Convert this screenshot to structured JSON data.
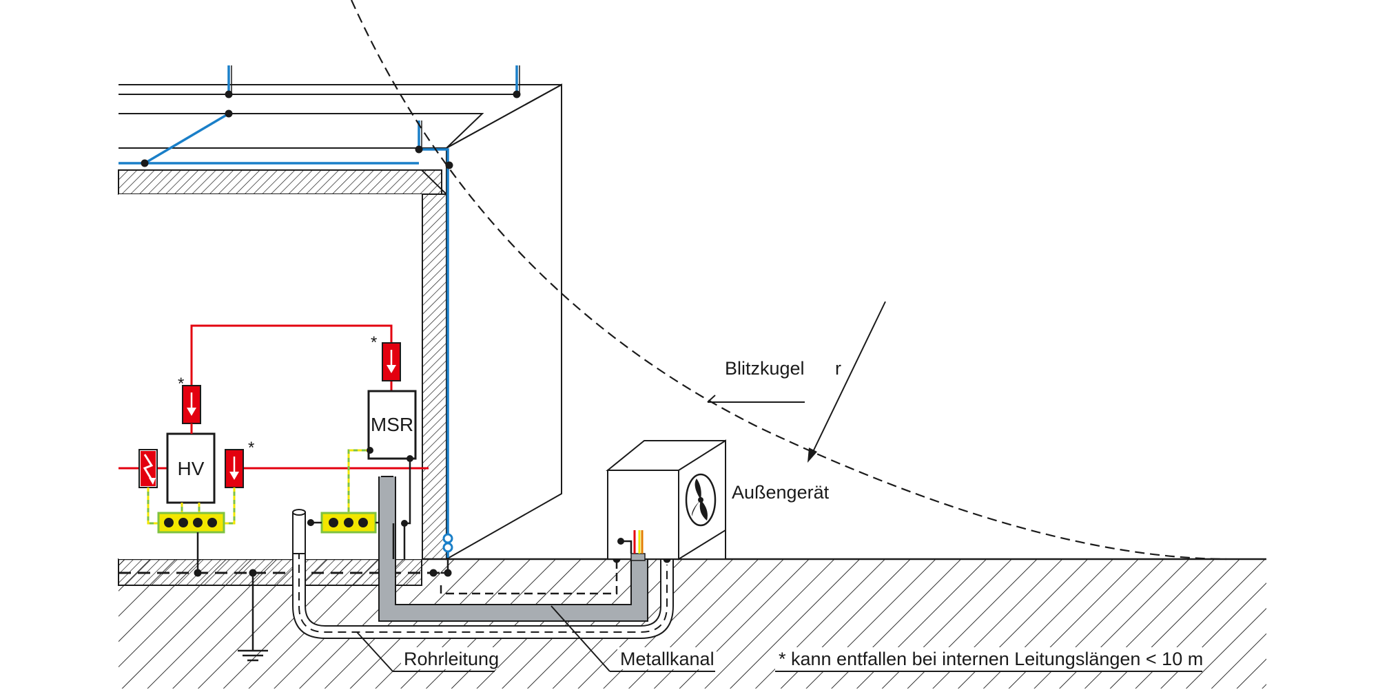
{
  "labels": {
    "blitzkugel": "Blitzkugel",
    "radius": "r",
    "aussengeraet": "Außengerät",
    "rohrleitung": "Rohrleitung",
    "metallkanal": "Metallkanal",
    "footnote": "* kann entfallen bei internen Leitungslängen < 10 m"
  },
  "boxes": {
    "hv": "HV",
    "msr": "MSR"
  },
  "asterisk": "*",
  "colors": {
    "air_terminal": "#1a7fc8",
    "power_line": "#e3000f",
    "spd": "#e3000f",
    "equipotential_bar": "#f2e600",
    "equipotential_frame": "#7fc241",
    "metal_channel": "#a8adb2",
    "line": "#1a1a1a"
  },
  "icons": {
    "spd": "surge-arrester-icon",
    "spd_lightning": "lightning-arrester-icon",
    "fan": "fan-icon",
    "ground": "earth-ground-icon"
  }
}
